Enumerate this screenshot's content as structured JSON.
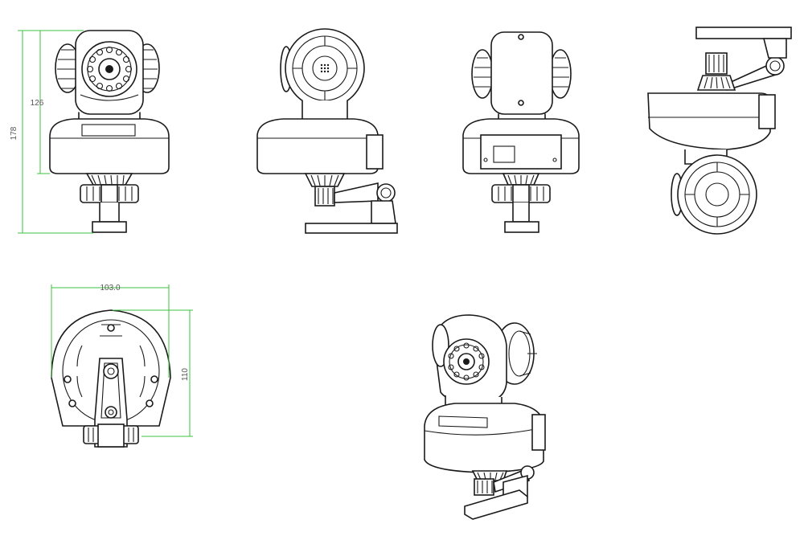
{
  "dimensions": {
    "total_height": "178",
    "head_height": "126",
    "bottom_width": "103.0",
    "bottom_height": "110"
  },
  "colors": {
    "line": "#1a1a1a",
    "dimension": "#3cc23c",
    "background": "#ffffff"
  }
}
